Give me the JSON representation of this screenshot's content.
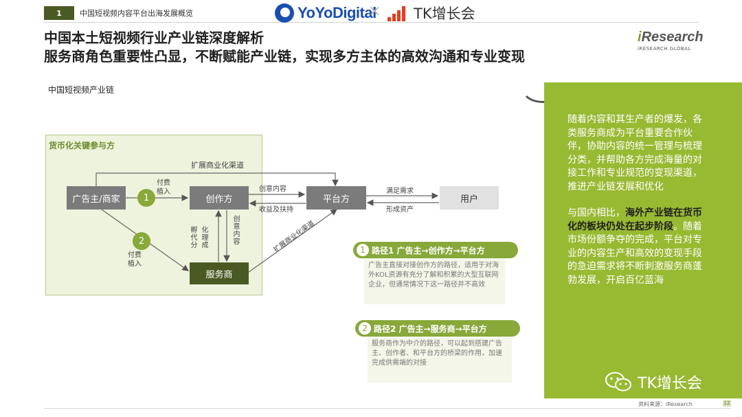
{
  "header": {
    "section_number": "1",
    "section_title": "中国短视频内容平台出海发展概览",
    "brand_left": "YoYoDigital",
    "brand_separator": "×",
    "brand_right": "TK增长会"
  },
  "title": {
    "line1": "中国本土短视频行业产业链深度解析",
    "line2": "服务商角色重要性凸显，不断赋能产业链，实现多方主体的高效沟通和专业变现"
  },
  "logo": {
    "word_prefix": "i",
    "word_rest": "Research",
    "sub": "iRESEARCH GLOBAL"
  },
  "diagram": {
    "title": "中国短视频产业链",
    "zone_label": "货币化关键参与方",
    "nodes": {
      "advertiser": "广告主/商家",
      "creator": "创作方",
      "platform": "平台方",
      "user": "用户",
      "service": "服务商"
    },
    "badges": {
      "one": "1",
      "two": "2"
    },
    "labels": {
      "top_channel": "扩展商业化渠道",
      "paid_placement_1": "付费\n植入",
      "paid_placement_2": "付费\n植入",
      "creative_content": "创意内容",
      "revenue_support": "收益及扶持",
      "meet_demand": "满足需求",
      "form_assets": "形成资产",
      "incubate_split": "孵代分",
      "incubate_manage": "化理成",
      "creative_vertical": "创意内容",
      "diag_channel": "扩展商业化渠道"
    }
  },
  "paths": [
    {
      "num": "1",
      "title": "路径1 广告主→创作方→平台方",
      "body": "广告主直接对接创作方的路径，适用于对海外KOL资源有充分了解和积累的大型互联网企业，但通常情况下这一路径并不高效"
    },
    {
      "num": "2",
      "title": "路径2 广告主→服务商→平台方",
      "body": "服务商作为中介的路径，可以起到搭建广告主、创作者、和平台方的桥梁的作用，加速完成供需端的对接"
    }
  ],
  "panel": {
    "para1": "随着内容和其生产者的爆发，各类服务商成为平台重要合作伙伴，协助内容的统一管理与梳理分类，并帮助各方完成海量的对接工作和专业规范的变现渠道，推进产业链发展和优化",
    "para2_lead": "与国内相比，",
    "para2_highlight": "海外产业链在货币化的板块仍处在起步阶段",
    "para2_rest": "。随着市场份额争夺的完成，平台对专业的内容生产和高效的变现手段的急迫需求将不断刺激服务商蓬勃发展，开启百亿蓝海"
  },
  "watermark": "TK增长会",
  "footer": {
    "source": "资料来源：iResearch",
    "page": "12"
  },
  "colors": {
    "accent_green": "#98b932",
    "dark_green": "#4a5a24",
    "badge_green": "#88a83a",
    "zone_fill": "#eef3dd"
  }
}
